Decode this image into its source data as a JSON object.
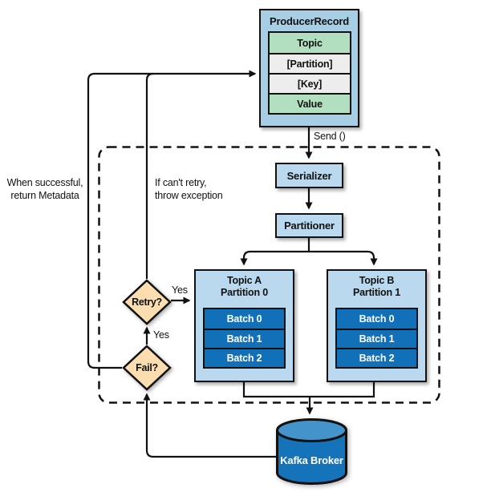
{
  "diagram": {
    "producer_record": {
      "title": "ProducerRecord",
      "fields": [
        {
          "label": "Topic"
        },
        {
          "label": "[Partition]"
        },
        {
          "label": "[Key]"
        },
        {
          "label": "Value"
        }
      ]
    },
    "send_label": "Send ()",
    "serializer_label": "Serializer",
    "partitioner_label": "Partitioner",
    "partitions": [
      {
        "title_line1": "Topic A",
        "title_line2": "Partition 0",
        "batches": [
          "Batch 0",
          "Batch 1",
          "Batch 2"
        ]
      },
      {
        "title_line1": "Topic B",
        "title_line2": "Partition 1",
        "batches": [
          "Batch 0",
          "Batch 1",
          "Batch 2"
        ]
      }
    ],
    "retry_diamond_label": "Retry?",
    "fail_diamond_label": "Fail?",
    "yes_to_partition_label": "Yes",
    "yes_to_retry_label": "Yes",
    "success_note_line1": "When successful,",
    "success_note_line2": "return Metadata",
    "throw_note_line1": "If can't retry,",
    "throw_note_line2": "throw exception",
    "broker_label": "Kafka Broker",
    "colors": {
      "producer_fill": "#a6cee5",
      "node_fill": "#bad9ee",
      "field_green": "#b2dfc0",
      "field_gray": "#ededed",
      "batch_blue": "#1170b8",
      "diamond_fill": "#fbddb0",
      "cylinder_body": "#1573b9",
      "cylinder_top": "#4593cb",
      "line_color": "#111111"
    }
  }
}
